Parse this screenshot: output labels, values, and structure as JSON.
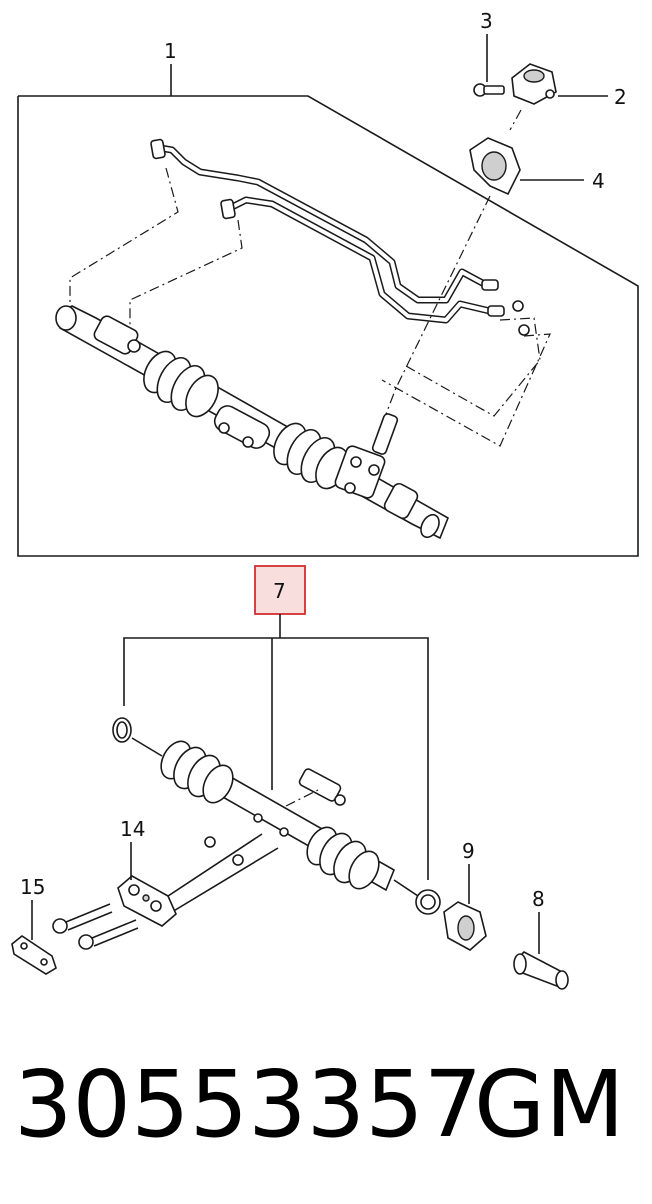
{
  "callouts": {
    "c1": "1",
    "c2": "2",
    "c3": "3",
    "c4": "4",
    "c7": "7",
    "c8": "8",
    "c9": "9",
    "c14": "14",
    "c15": "15"
  },
  "highlight_color": "#d32f2f",
  "highlight_fill": "#f9dede",
  "footer": {
    "part_number": "30553357",
    "brand": "GM"
  }
}
